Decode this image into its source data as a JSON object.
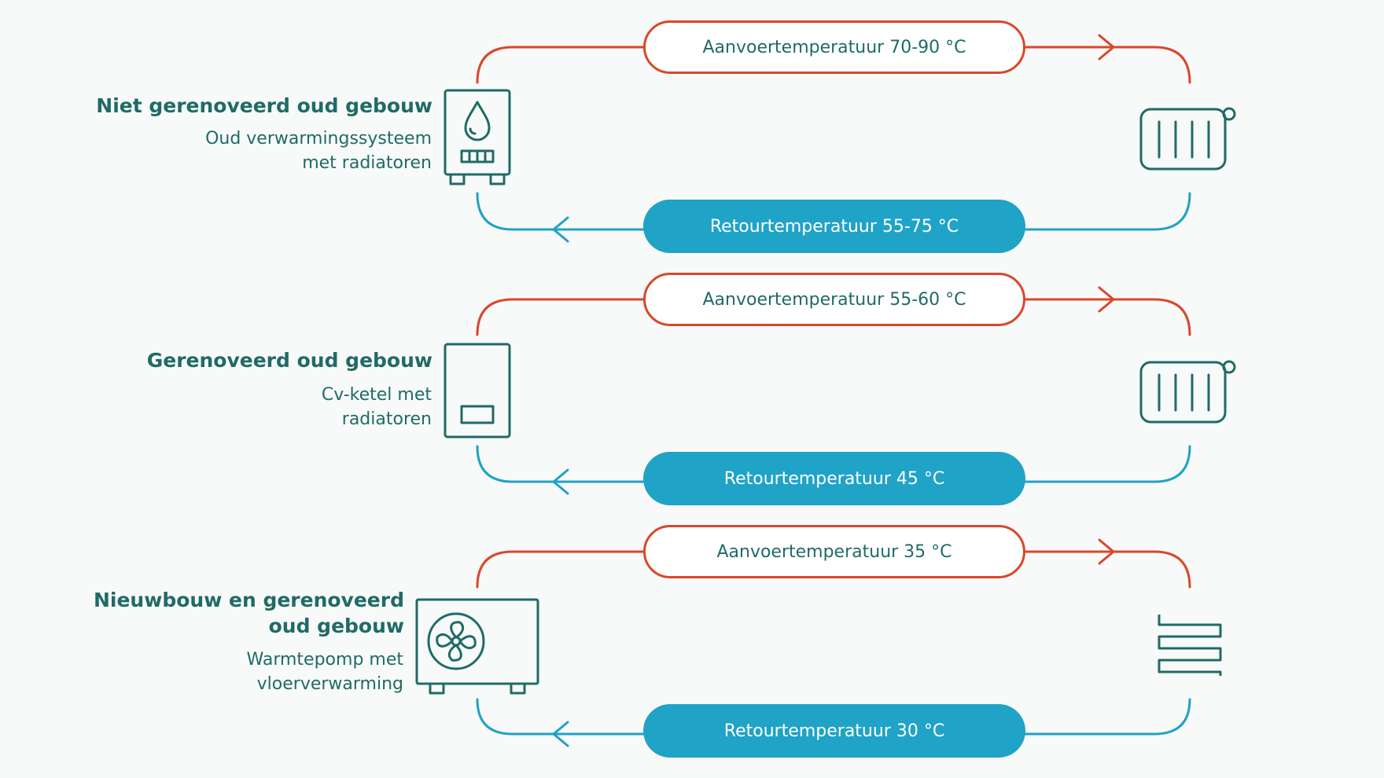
{
  "colors": {
    "supply": "#d9482a",
    "return": "#1fa3c6",
    "teal": "#1f6b66",
    "background": "#f8f9f9"
  },
  "systems": [
    {
      "title": "Niet gerenoveerd oud gebouw",
      "description": [
        "Oud verwarmingssysteem",
        "met radiatoren"
      ],
      "supply_label": "Aanvoertemperatuur 70-90 °C",
      "return_label": "Retourtemperatuur 55-75 °C",
      "source_icon": "old-boiler-icon",
      "emitter_icon": "radiator-icon"
    },
    {
      "title": "Gerenoveerd oud gebouw",
      "description": [
        "Cv-ketel met",
        "radiatoren"
      ],
      "supply_label": "Aanvoertemperatuur 55-60 °C",
      "return_label": "Retourtemperatuur 45 °C",
      "source_icon": "cv-boiler-icon",
      "emitter_icon": "radiator-icon"
    },
    {
      "title_lines": [
        "Nieuwbouw en gerenoveerd",
        "oud gebouw"
      ],
      "description": [
        "Warmtepomp met",
        "vloerverwarming"
      ],
      "supply_label": "Aanvoertemperatuur 35 °C",
      "return_label": "Retourtemperatuur 30 °C",
      "source_icon": "heat-pump-icon",
      "emitter_icon": "floor-heating-icon"
    }
  ]
}
